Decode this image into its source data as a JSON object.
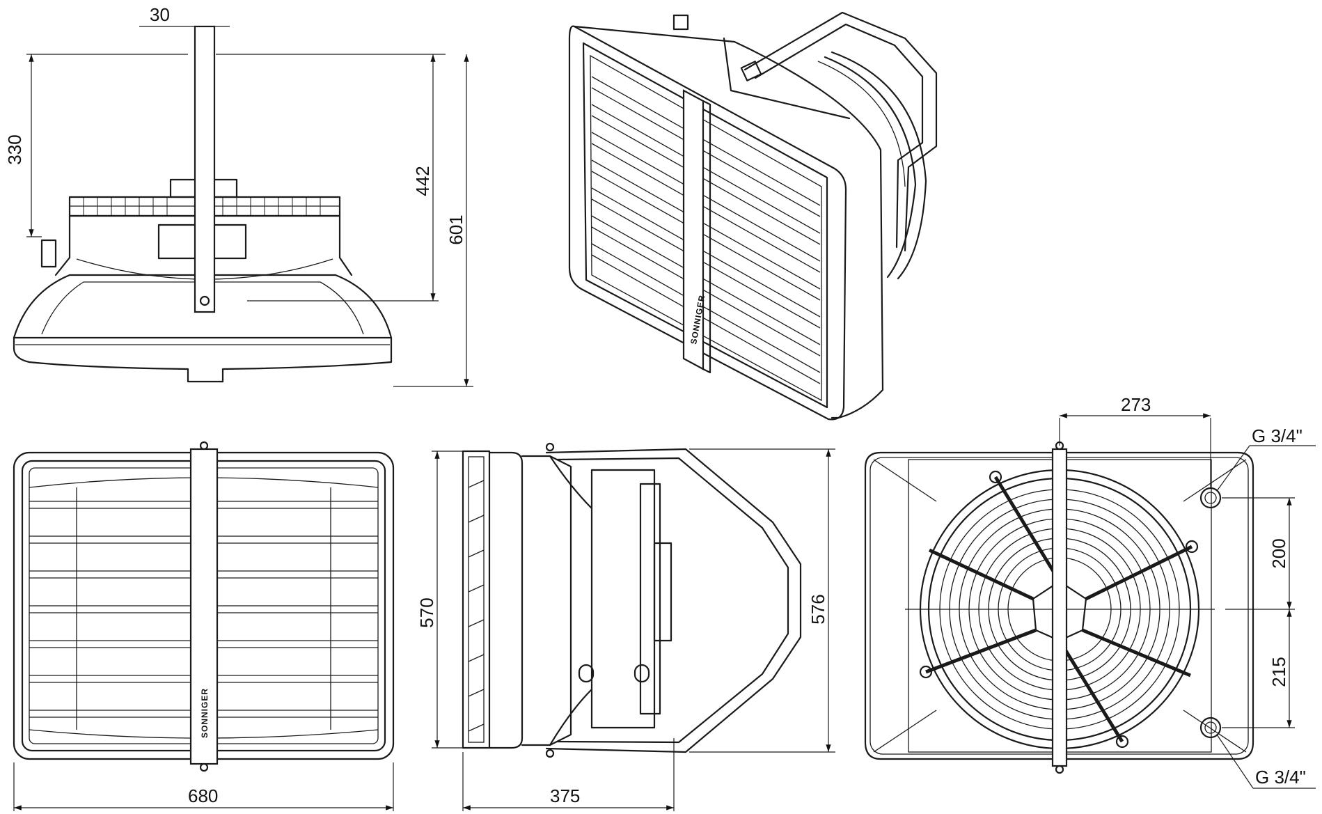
{
  "drawing": {
    "brand": "SONNIGER",
    "dimensions": {
      "rod_offset": "30",
      "bracket_height": "330",
      "mount_height": "442",
      "total_height": "601",
      "front_width": "680",
      "side_height": "570",
      "side_depth": "375",
      "bracket_depth": "576",
      "pipe_spacing_h": "273",
      "pipe_upper": "200",
      "pipe_lower": "215"
    },
    "connections": {
      "upper": "G 3/4\"",
      "lower": "G 3/4\""
    }
  }
}
